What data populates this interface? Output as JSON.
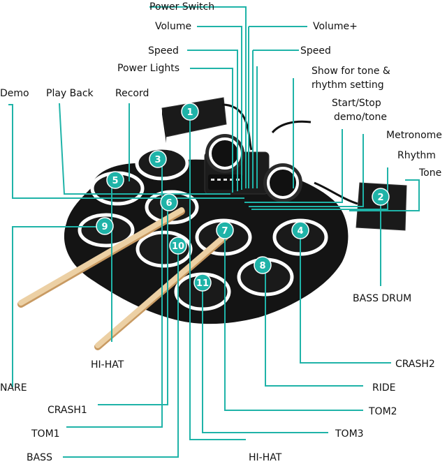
{
  "top_labels": {
    "power_switch": "Power Switch",
    "volume_minus": "Volume",
    "volume_plus": "Volume+",
    "speed_left": "Speed",
    "speed_right": "Speed",
    "power_lights": "Power Lights",
    "show_for_tone_1": "Show for tone &",
    "show_for_tone_2": "rhythm setting",
    "start_stop_1": "Start/Stop",
    "start_stop_2": "demo/tone",
    "demo": "Demo",
    "play_back": "Play Back",
    "record": "Record",
    "metronome": "Metronome",
    "rhythm": "Rhythm",
    "tone": "Tone"
  },
  "bottom_labels": {
    "bass_drum": "BASS DRUM",
    "hi_hat_left": "HI-HAT",
    "snare": "NARE",
    "crash2": "CRASH2",
    "ride": "RIDE",
    "crash1": "CRASH1",
    "tom2": "TOM2",
    "tom1": "TOM1",
    "tom3": "TOM3",
    "bass": "BASS",
    "hi_hat_bottom": "HI-HAT"
  },
  "callouts": {
    "n1": "1",
    "n2": "2",
    "n3": "3",
    "n4": "4",
    "n5": "5",
    "n6": "6",
    "n7": "7",
    "n8": "8",
    "n9": "9",
    "n10": "10",
    "n11": "11"
  },
  "colors": {
    "accent": "#1fb3a8",
    "mat": "#141414",
    "pad_ring": "#ffffff",
    "stick": "#e8c79a"
  }
}
